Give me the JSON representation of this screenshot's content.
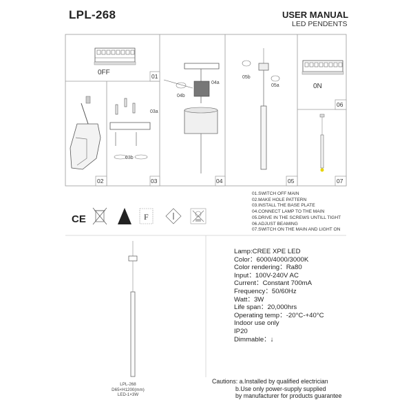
{
  "header": {
    "model": "LPL-268",
    "manual": "USER MANUAL",
    "subtitle": "LED PENDENTS"
  },
  "panels": {
    "p01": {
      "num": "01",
      "state": "0FF"
    },
    "p02": {
      "num": "02"
    },
    "p03": {
      "num": "03",
      "tag_a": "03a",
      "tag_b": "03b"
    },
    "p04": {
      "num": "04",
      "tag_a": "04a",
      "tag_b": "04b"
    },
    "p05": {
      "num": "05",
      "tag_a": "05a",
      "tag_b": "05b"
    },
    "p06": {
      "num": "06",
      "state": "0N"
    },
    "p07": {
      "num": "07"
    }
  },
  "steps": [
    "01.SWITCH OFF MAIN",
    "02.MAKE HOLE PATTERN",
    "03.INSTALL THE BASE PLATE",
    "04.CONNECT LAMP TO THE MAIN",
    "05.DRIVE IN THE SCREWS UNTILL TIGHT",
    "06.ADJUST BEAMING",
    "07.SWITCH ON THE MAIN AND LIGHT ON"
  ],
  "certifications": {
    "ce": "CE",
    "f": "F"
  },
  "product_caption": [
    "LPL-268",
    "D65×H1200(mm)",
    "LED-1×3W"
  ],
  "specs": [
    "Lamp:CREE XPE LED",
    "Color：6000/4000/3000K",
    "Color rendering：Ra80",
    "Input：100V-240V AC",
    "Current：Constant 700mA",
    "Frequency：50/60Hz",
    "Watt：3W",
    "Life span：20,000hrs",
    "Operating temp：-20°C-+40°C",
    "Indoor use only",
    "IP20",
    "Dimmable：↓"
  ],
  "cautions": [
    "Cautions: a.Installed by qualified electrician",
    "b.Use only power-supply supplied",
    "by manufacturer for products guarantee"
  ]
}
